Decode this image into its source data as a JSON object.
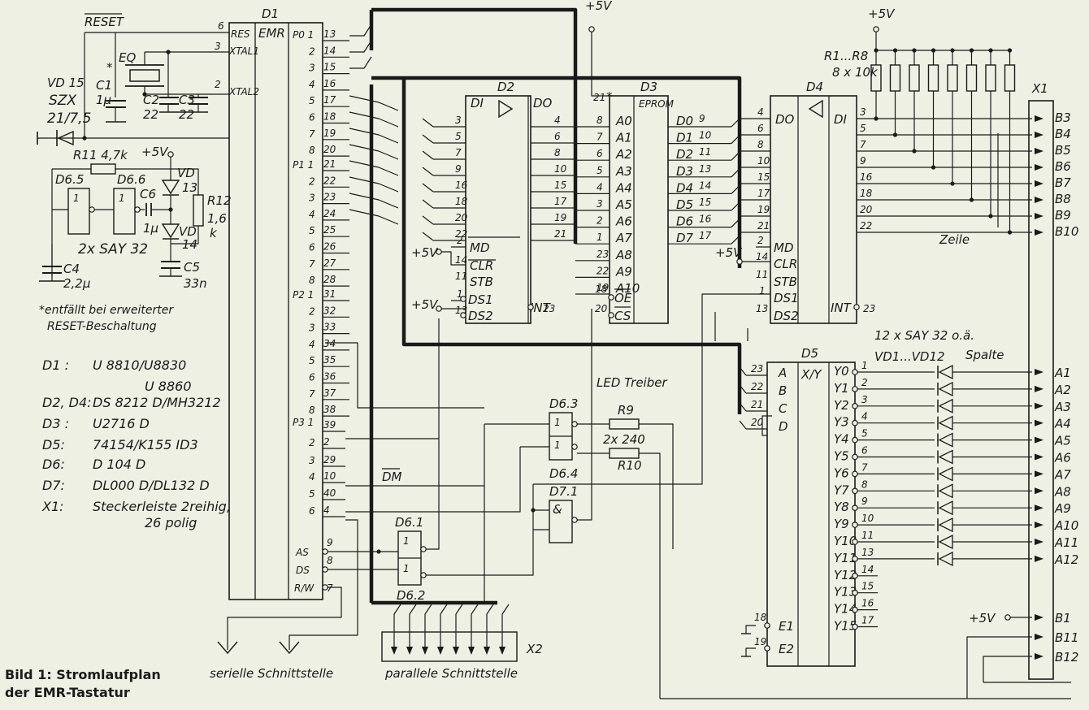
{
  "caption": [
    "Bild 1: Stromlaufplan",
    "der EMR-Tastatur"
  ],
  "footnote": [
    "*entfällt bei erweiterter",
    "RESET-Beschaltung"
  ],
  "parts": [
    {
      "ref": "D1 :",
      "value": "U 8810/U8830"
    },
    {
      "ref": "",
      "value": "U 8860"
    },
    {
      "ref": "D2, D4:",
      "value": "DS 8212 D/MH3212"
    },
    {
      "ref": "D3 :",
      "value": "U2716 D"
    },
    {
      "ref": "D5:",
      "value": "74154/K155 ID3"
    },
    {
      "ref": "D6:",
      "value": "D 104 D"
    },
    {
      "ref": "D7:",
      "value": "DL000 D/DL132 D"
    },
    {
      "ref": "X1:",
      "value": "Steckerleiste 2reihig,"
    },
    {
      "ref": "",
      "value": "26 polig"
    }
  ],
  "labels": {
    "reset": "RESET",
    "vd15": [
      "VD 15",
      "SZX",
      "21/7,5"
    ],
    "c1": [
      "C1",
      "1μ"
    ],
    "eq": "EQ",
    "c2": [
      "C2",
      "22"
    ],
    "c3": [
      "C3",
      "22"
    ],
    "r11": "R11 4,7k",
    "vplus": "+5V",
    "d65": "D6.5",
    "d66": "D6.6",
    "c6": [
      "C6",
      "1μ"
    ],
    "vd13": [
      "VD",
      "13"
    ],
    "vd14": [
      "VD",
      "14"
    ],
    "r12": [
      "R12",
      "1,6",
      "k"
    ],
    "say32": "2x SAY 32",
    "c4": [
      "C4",
      "2,2μ"
    ],
    "c5": [
      "C5",
      "33n"
    ],
    "d1": "D1",
    "emr": "EMR",
    "res": "RES",
    "xtal1": "XTAL1",
    "xtal2": "XTAL2",
    "p0": "P0 1",
    "p1": "P1 1",
    "p2": "P2 1",
    "p3": "P3 1",
    "as": "AS",
    "ds": "DS",
    "rw": "R/W",
    "d2": "D2",
    "d3": "D3",
    "d4": "D4",
    "d5": "D5",
    "eprom": "EPROM",
    "di": "DI",
    "do": "DO",
    "md": "MD",
    "clr": "CLR",
    "stb": "STB",
    "ds1": "DS1",
    "ds2": "DS2",
    "int": "INT",
    "oe": "OE",
    "cs": "CS",
    "xy": "X/Y",
    "e1": "E1",
    "e2": "E2",
    "r1r8": [
      "R1...R8",
      "8 x 10k"
    ],
    "x1": "X1",
    "x2": "X2",
    "zeile": "Zeile",
    "spalte": "Spalte",
    "vd_range": "VD1...VD12",
    "say_row": "12 x SAY 32 o.ä.",
    "led": "LED Treiber",
    "d63": "D6.3",
    "d64": "D6.4",
    "d71": "D7.1",
    "d61": "D6.1",
    "d62": "D6.2",
    "r9": "R9",
    "r10": "R10",
    "r910": "2x 240",
    "dm": "DM",
    "serial": "serielle Schnittstelle",
    "parallel": "parallele Schnittstelle"
  },
  "x1_b": [
    "B3",
    "B4",
    "B5",
    "B6",
    "B7",
    "B8",
    "B9",
    "B10"
  ],
  "x1_a": [
    "A1",
    "A2",
    "A3",
    "A4",
    "A5",
    "A6",
    "A7",
    "A8",
    "A9",
    "A10",
    "A11",
    "A12"
  ],
  "x1_b_extra": [
    "B1",
    "B11",
    "B12"
  ],
  "d5_out": [
    "Y0",
    "Y1",
    "Y2",
    "Y3",
    "Y4",
    "Y5",
    "Y6",
    "Y7",
    "Y8",
    "Y9",
    "Y10",
    "Y11",
    "Y12",
    "Y13",
    "Y14",
    "Y15"
  ],
  "d5_pins": [
    "1",
    "2",
    "3",
    "4",
    "5",
    "6",
    "7",
    "8",
    "9",
    "10",
    "11",
    "13",
    "14",
    "15",
    "16",
    "17"
  ],
  "d5_in": [
    "A",
    "B",
    "C",
    "D"
  ],
  "d5_in_pins": [
    "23",
    "22",
    "21",
    "20"
  ],
  "d3_addr": [
    "A0",
    "A1",
    "A2",
    "A3",
    "A4",
    "A5",
    "A6",
    "A7",
    "A8",
    "A9",
    "A10"
  ],
  "d3_addr_pins": [
    "8",
    "7",
    "6",
    "5",
    "4",
    "3",
    "2",
    "1",
    "23",
    "22",
    "19"
  ],
  "d3_data": [
    "D0",
    "D1",
    "D2",
    "D3",
    "D4",
    "D5",
    "D6",
    "D7"
  ],
  "d3_data_pins": [
    "9",
    "10",
    "11",
    "13",
    "14",
    "15",
    "16",
    "17"
  ],
  "d2_in_pins": [
    "3",
    "5",
    "7",
    "9",
    "16",
    "18",
    "20",
    "22"
  ],
  "d2_out_pins": [
    "4",
    "6",
    "8",
    "10",
    "15",
    "17",
    "19",
    "21"
  ],
  "d4_in_pins": [
    "4",
    "6",
    "8",
    "10",
    "15",
    "17",
    "19",
    "21"
  ],
  "d4_out_pins": [
    "3",
    "5",
    "7",
    "9",
    "16",
    "18",
    "20",
    "22"
  ],
  "d1_p0_pins": [
    "13",
    "14",
    "15",
    "16",
    "17",
    "18",
    "19",
    "20"
  ],
  "d1_p1_pins": [
    "21",
    "22",
    "23",
    "24",
    "25",
    "26",
    "27",
    "28"
  ],
  "d1_p2_pins": [
    "31",
    "32",
    "33",
    "34",
    "35",
    "36",
    "37",
    "38"
  ],
  "d1_p3_pins": [
    "39",
    "2",
    "29",
    "10",
    "40",
    "4"
  ],
  "d1_port_bits": [
    "1",
    "2",
    "3",
    "4",
    "5",
    "6",
    "7",
    "8"
  ]
}
